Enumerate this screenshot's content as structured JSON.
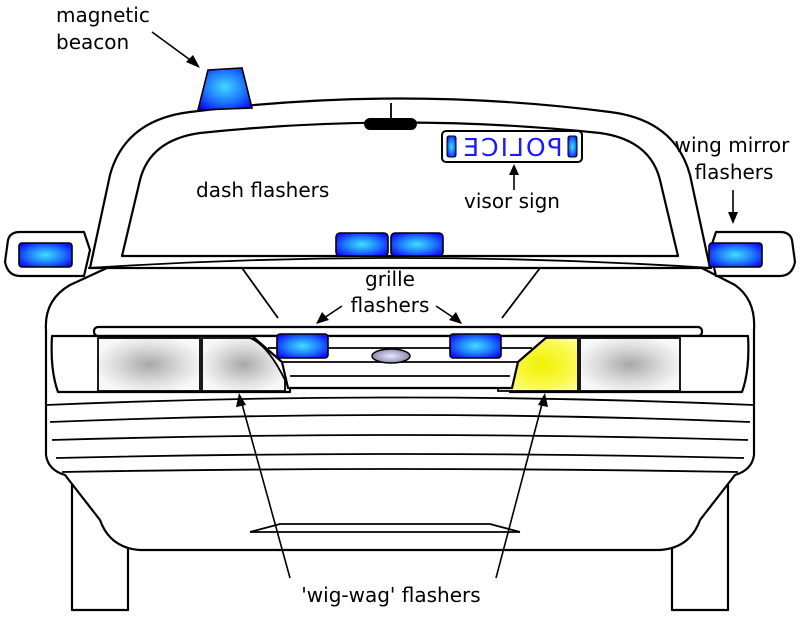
{
  "labels": {
    "magnetic_beacon": [
      "magnetic",
      "beacon"
    ],
    "dash_flashers": "dash flashers",
    "visor_sign": "visor sign",
    "wing_mirror_flashers": [
      "wing mirror",
      "flashers"
    ],
    "grille_flashers": [
      "grille",
      "flashers"
    ],
    "wig_wag_flashers": "'wig-wag' flashers"
  },
  "sign_text": "POLICE",
  "colors": {
    "light_blue": "#1a40ff",
    "light_blue_glow": "#40c8ff",
    "headlight_amber": "#f2f200",
    "headlight_grey": "#bbbbbb",
    "outline": "#000000"
  },
  "icons": {
    "arrowhead": "arrow-head-icon"
  }
}
